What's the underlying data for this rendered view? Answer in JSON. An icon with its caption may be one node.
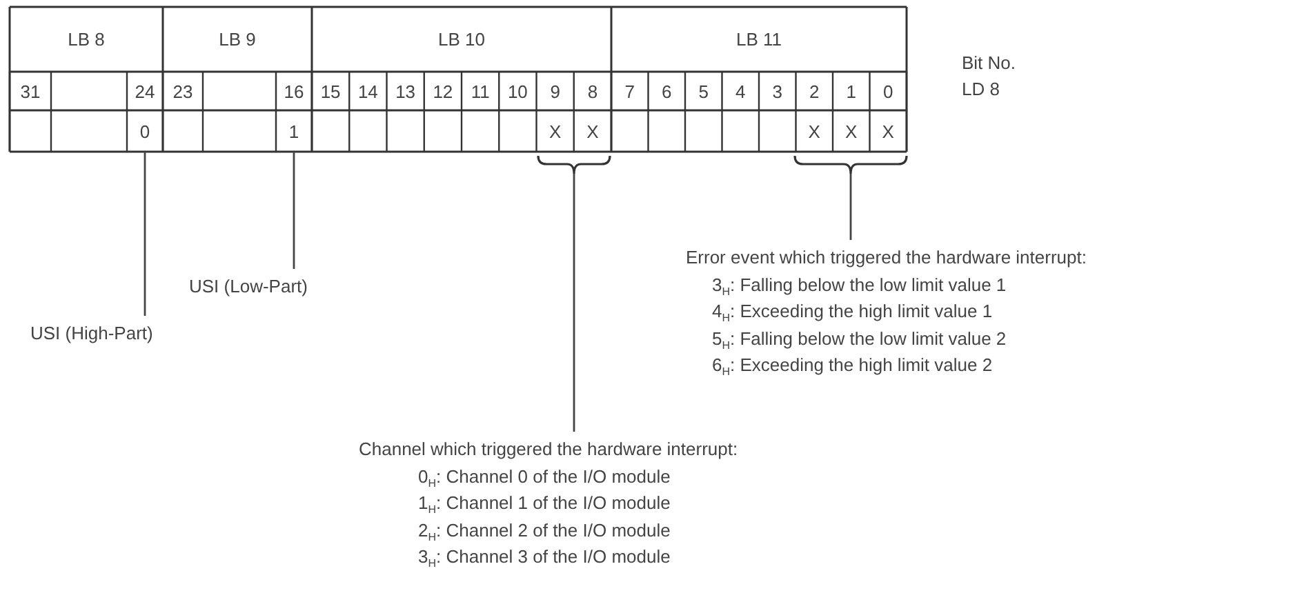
{
  "diagram": {
    "nodes": [
      {
        "text": [
          "0"
        ]
      },
      {
        "text": [
          "1"
        ]
      },
      {
        "text": [],
        "shape": "brace"
      },
      {
        "text": [],
        "shape": "brace"
      },
      {
        "text": [
          "USI (Low-Part)"
        ]
      },
      {
        "text": [
          "Error event which triggered the hardware interrupt:",
          "3$_{H}$: Falling below the low limit value 1",
          "4$_{H}$: Exceeding the high limit value 1",
          "5$_{H}$: Falling below the low limit value 2",
          "6$_{H}$: Exceeding the high limit value 2"
        ]
      },
      {
        "text": [
          "USI (High-Part)"
        ]
      },
      {
        "text": [
          "Channel which triggered the hardware interrupt:",
          "0$_{H}$: Channel 0 of the I/O module",
          "1$_{H}$: Channel 1 of the I/O module",
          "2$_{H}$: Channel 2 of the I/O module",
          "3$_{H}$: Channel 3 of the I/O module"
        ]
      }
    ],
    "edges": [
      {
        "from": 6,
        "to": 0,
        "arrow": "none"
      },
      {
        "from": 4,
        "to": 1,
        "arrow": "none"
      },
      {
        "from": 7,
        "to": 2,
        "arrow": "none"
      },
      {
        "from": 5,
        "to": 3,
        "arrow": "none"
      }
    ],
    "labels": [
      "LB 8",
      "LB 9",
      "LB 10",
      "LB 11",
      "31",
      "24",
      "23",
      "16",
      "15",
      "14",
      "13",
      "12",
      "11",
      "10",
      "9",
      "8",
      "7",
      "6",
      "5",
      "4",
      "3",
      "2",
      "1",
      "0",
      "Bit No.",
      "LD 8",
      "X",
      "X",
      "X",
      "X",
      "X"
    ]
  }
}
